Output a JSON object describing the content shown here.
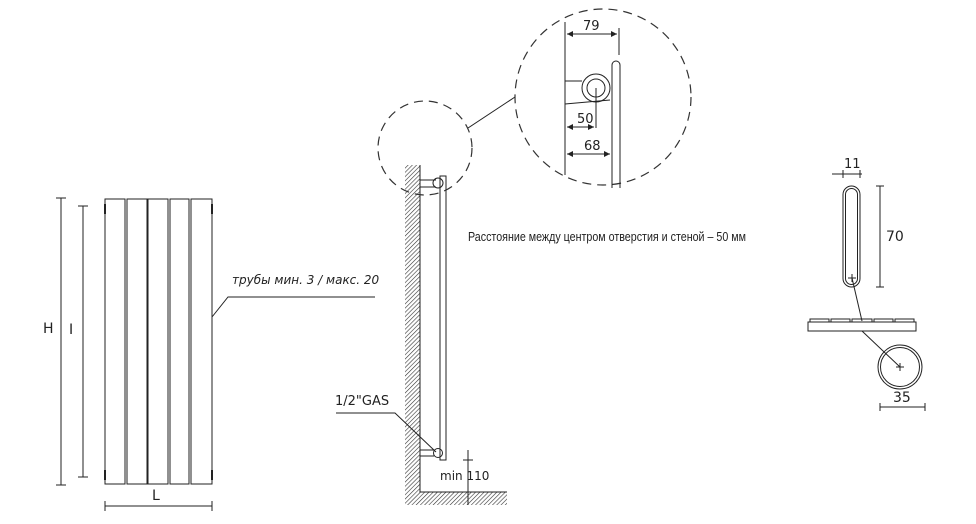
{
  "front_view": {
    "height_label": "H",
    "interaxis_label": "I",
    "length_label": "L",
    "tubes_note": "трубы мин. 3 / макс. 20",
    "tube_count_shown": 5
  },
  "side_view": {
    "connection_label": "1/2\"GAS",
    "floor_clearance_label": "min 110",
    "wall_distance_note": "Расстояние между центром отверстия и стеной – 50 мм"
  },
  "detail_view": {
    "dim_total": "79",
    "dim_center": "50",
    "dim_face": "68"
  },
  "section_view": {
    "tube_width": "11",
    "tube_depth": "70",
    "collector_diameter": "35"
  },
  "colors": {
    "line": "#222222",
    "background": "#ffffff"
  }
}
